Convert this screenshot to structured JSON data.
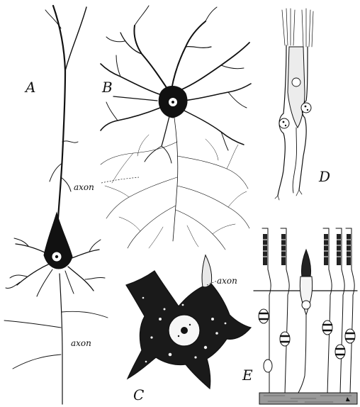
{
  "figure": {
    "panels": [
      {
        "id": "A",
        "label": "A",
        "axon_label": "axon"
      },
      {
        "id": "B",
        "label": "B",
        "axon_label": "axon"
      },
      {
        "id": "C",
        "label": "C",
        "axon_label": "axon"
      },
      {
        "id": "D",
        "label": "D"
      },
      {
        "id": "E",
        "label": "E"
      }
    ]
  }
}
